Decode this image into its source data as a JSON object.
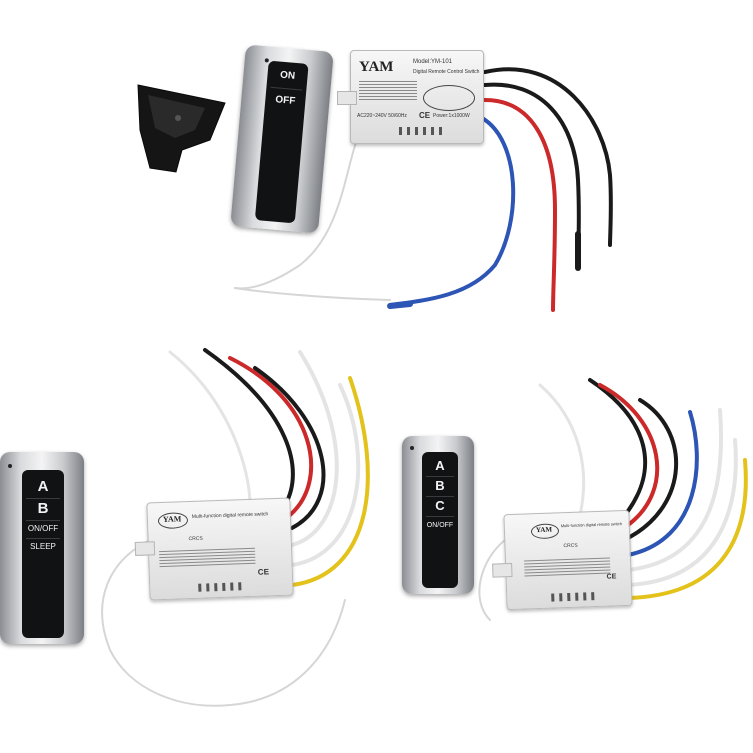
{
  "remote_top": {
    "on_label": "ON",
    "off_label": "OFF"
  },
  "remote_ab": {
    "a_label": "A",
    "b_label": "B",
    "onoff_label": "ON/OFF",
    "sleep_label": "SLEEP"
  },
  "remote_abc": {
    "a_label": "A",
    "b_label": "B",
    "c_label": "C",
    "onoff_label": "ON/OFF"
  },
  "module_top": {
    "brand": "YAM",
    "model": "Model:YM-101",
    "subtitle": "Digital Remote Control Switch",
    "rating": "AC220~240V 50/60Hz",
    "ce": "CE",
    "power": "Power:1x1000W",
    "wire_colors": [
      "#1a1a1a",
      "#cc2a2a",
      "#1a1a1a",
      "#2d55b5"
    ]
  },
  "module_ab": {
    "brand": "YAM",
    "title": "Multi-function digital remote switch",
    "code": "CRCS",
    "ce": "CE"
  },
  "module_abc": {
    "brand": "YAM",
    "title": "Multi-function digital remote switch",
    "code": "CRCS",
    "ce": "CE"
  },
  "colors": {
    "wire_black": "#1a1a1a",
    "wire_red": "#cc2a2a",
    "wire_blue": "#2d55b5",
    "wire_white": "#e8e8e8",
    "wire_yellow": "#e3c21b",
    "antenna": "#d9d9d9"
  },
  "icons": [
    "wall-bracket-icon"
  ]
}
